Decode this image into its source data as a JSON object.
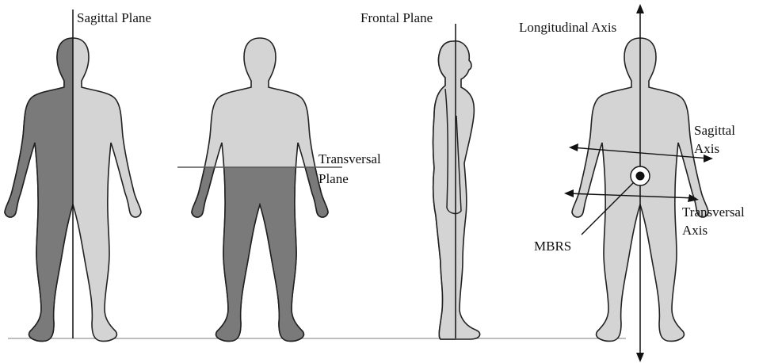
{
  "labels": {
    "sagittal_plane": "Sagittal Plane",
    "transversal_plane_line1": "Transversal",
    "transversal_plane_line2": "Plane",
    "frontal_plane": "Frontal Plane",
    "longitudinal_axis": "Longitudinal Axis",
    "sagittal_axis_line1": "Sagittal",
    "sagittal_axis_line2": "Axis",
    "transversal_axis_line1": "Transversal",
    "transversal_axis_line2": "Axis",
    "mbrs": "MBRS"
  },
  "colors": {
    "dark_fill": "#7a7a7a",
    "light_fill": "#d4d4d4",
    "outline": "#222222",
    "line": "#111111",
    "ground": "#a8a8a8"
  }
}
